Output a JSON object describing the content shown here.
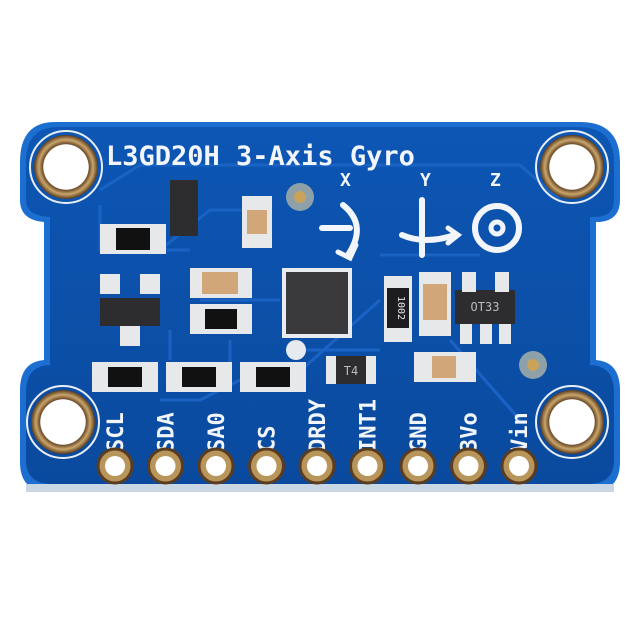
{
  "board": {
    "title": "L3GD20H 3-Axis Gyro",
    "axis_labels": [
      "X",
      "Y",
      "Z"
    ],
    "pins": [
      "SCL",
      "SDA",
      "SA0",
      "CS",
      "DRDY",
      "INT1",
      "GND",
      "3Vo",
      "Vin"
    ],
    "component_markings": {
      "resistor": "1002",
      "regulator": "OT33",
      "diode": "T4"
    },
    "colors": {
      "pcb": "#0b4fa8",
      "pcb_edge": "#1c6fd0",
      "trace": "#1a63c4",
      "silkscreen": "#f2f6fb",
      "gold": "#b8955a",
      "chip": "#3a3a3c"
    }
  }
}
